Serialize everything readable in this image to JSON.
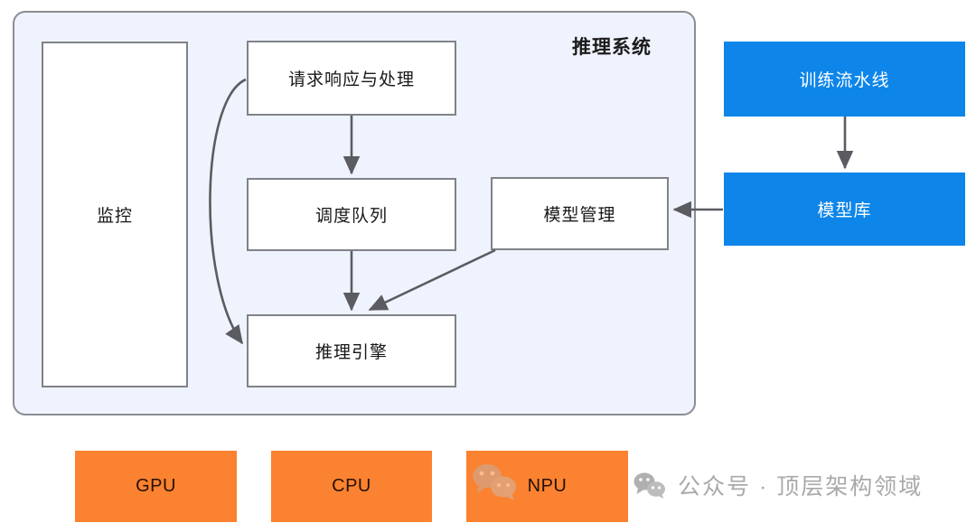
{
  "diagram": {
    "title": "推理系统",
    "system": {
      "label": "推理系统",
      "nodes": {
        "monitor": "监控",
        "request": "请求响应与处理",
        "queue": "调度队列",
        "engine": "推理引擎",
        "model_management": "模型管理"
      }
    },
    "external_nodes": {
      "training_pipeline": "训练流水线",
      "model_repository": "模型库"
    },
    "hardware_nodes": [
      {
        "label": "GPU"
      },
      {
        "label": "CPU"
      },
      {
        "label": "NPU"
      }
    ],
    "edges": [
      {
        "from": "请求响应与处理",
        "to": "调度队列",
        "style": "straight-down"
      },
      {
        "from": "请求响应与处理",
        "to": "推理引擎",
        "style": "curved-left"
      },
      {
        "from": "调度队列",
        "to": "推理引擎",
        "style": "straight-down"
      },
      {
        "from": "模型管理",
        "to": "推理引擎",
        "style": "diagonal"
      },
      {
        "from": "训练流水线",
        "to": "模型库",
        "style": "straight-down"
      },
      {
        "from": "模型库",
        "to": "模型管理",
        "style": "straight-left"
      }
    ],
    "colors": {
      "container_fill": "#eff3fd",
      "container_stroke": "#8a8d93",
      "node_fill": "#ffffff",
      "node_stroke": "#808288",
      "blue": "#0d85e9",
      "orange": "#fb8230",
      "arrow": "#5a5c61",
      "watermark_text": "#a9a9a9"
    }
  },
  "watermark": {
    "icon": "wechat-icon",
    "text": "公众号 · 顶层架构领域"
  }
}
